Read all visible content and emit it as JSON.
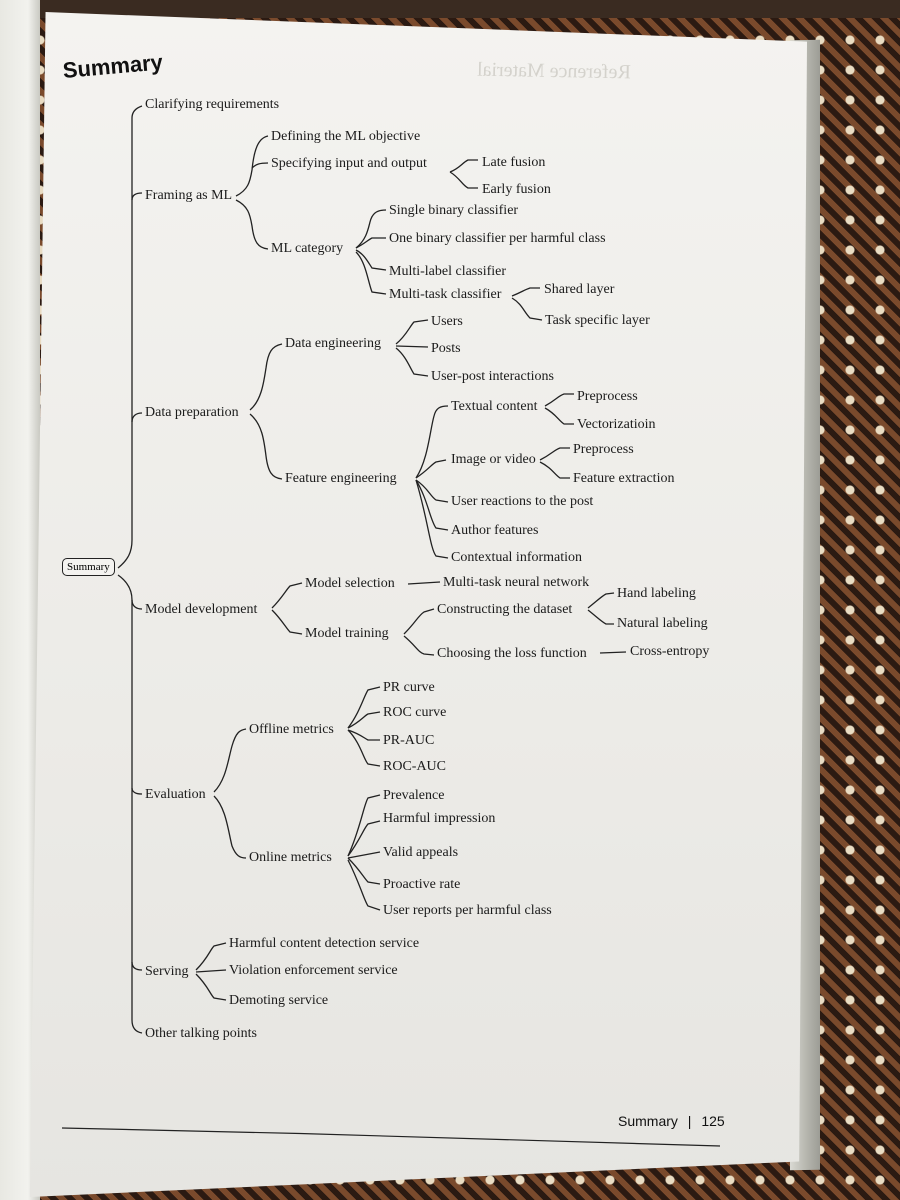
{
  "page": {
    "title": "Summary",
    "root": "Summary",
    "footer_section": "Summary",
    "footer_sep": "|",
    "footer_page": "125"
  },
  "tree": {
    "clarifying": "Clarifying requirements",
    "framing": "Framing as ML",
    "defining_objective": "Defining the ML objective",
    "specifying_io": "Specifying input and output",
    "late_fusion": "Late fusion",
    "early_fusion": "Early fusion",
    "ml_category": "ML category",
    "single_binary": "Single binary classifier",
    "one_binary_per_class": "One binary classifier per harmful class",
    "multi_label": "Multi-label classifier",
    "multi_task": "Multi-task classifier",
    "shared_layer": "Shared layer",
    "task_specific_layer": "Task specific layer",
    "data_prep": "Data preparation",
    "data_engineering": "Data engineering",
    "users": "Users",
    "posts": "Posts",
    "user_post_interactions": "User-post interactions",
    "feature_engineering": "Feature engineering",
    "textual_content": "Textual content",
    "preprocess_text": "Preprocess",
    "vectorization": "Vectorizatioin",
    "image_or_video": "Image or video",
    "preprocess_image": "Preprocess",
    "feature_extraction": "Feature extraction",
    "user_reactions": "User reactions to the post",
    "author_features": "Author features",
    "contextual_info": "Contextual information",
    "model_dev": "Model development",
    "model_selection": "Model selection",
    "multi_task_nn": "Multi-task neural network",
    "model_training": "Model training",
    "constructing_dataset": "Constructing the dataset",
    "hand_labeling": "Hand labeling",
    "natural_labeling": "Natural labeling",
    "choosing_loss": "Choosing the loss function",
    "cross_entropy": "Cross-entropy",
    "evaluation": "Evaluation",
    "offline_metrics": "Offline metrics",
    "pr_curve": "PR curve",
    "roc_curve": "ROC curve",
    "pr_auc": "PR-AUC",
    "roc_auc": "ROC-AUC",
    "online_metrics": "Online metrics",
    "prevalence": "Prevalence",
    "harmful_impression": "Harmful impression",
    "valid_appeals": "Valid appeals",
    "proactive_rate": "Proactive rate",
    "user_reports": "User reports per harmful class",
    "serving": "Serving",
    "harmful_detection_service": "Harmful content detection service",
    "violation_enforcement": "Violation enforcement service",
    "demoting_service": "Demoting service",
    "other_points": "Other talking points"
  }
}
